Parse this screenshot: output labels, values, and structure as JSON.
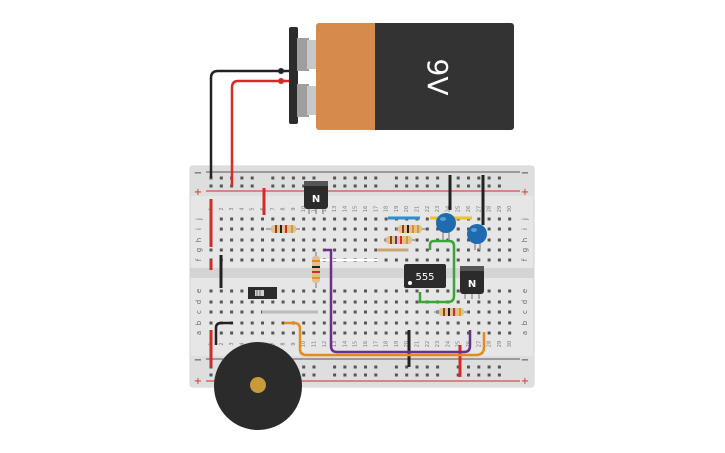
{
  "battery": {
    "label": "9V"
  },
  "ic": {
    "label": "555"
  },
  "transistor": {
    "label": "N"
  },
  "rail_signs": {
    "minus": "−",
    "plus": "+"
  },
  "row_letters_top": [
    "j",
    "i",
    "h",
    "g",
    "f"
  ],
  "row_letters_bottom": [
    "e",
    "d",
    "c",
    "b",
    "a"
  ],
  "column_numbers": [
    "1",
    "2",
    "3",
    "4",
    "5",
    "6",
    "7",
    "8",
    "9",
    "10",
    "11",
    "12",
    "13",
    "14",
    "15",
    "16",
    "17",
    "18",
    "19",
    "20",
    "21",
    "22",
    "23",
    "24",
    "25",
    "26",
    "27",
    "28",
    "29",
    "30"
  ],
  "colors": {
    "battery_copper": "#d68b4d",
    "battery_body": "#333333",
    "wire_red": "#d32a2a",
    "wire_black": "#222222",
    "wire_purple": "#6a2e8c",
    "wire_orange": "#e88a1a",
    "wire_green": "#37a832",
    "wire_blue": "#2d8fd0",
    "wire_yellow": "#e6c42a",
    "capacitor": "#1f6bb0",
    "board": "#e6e6e6"
  }
}
